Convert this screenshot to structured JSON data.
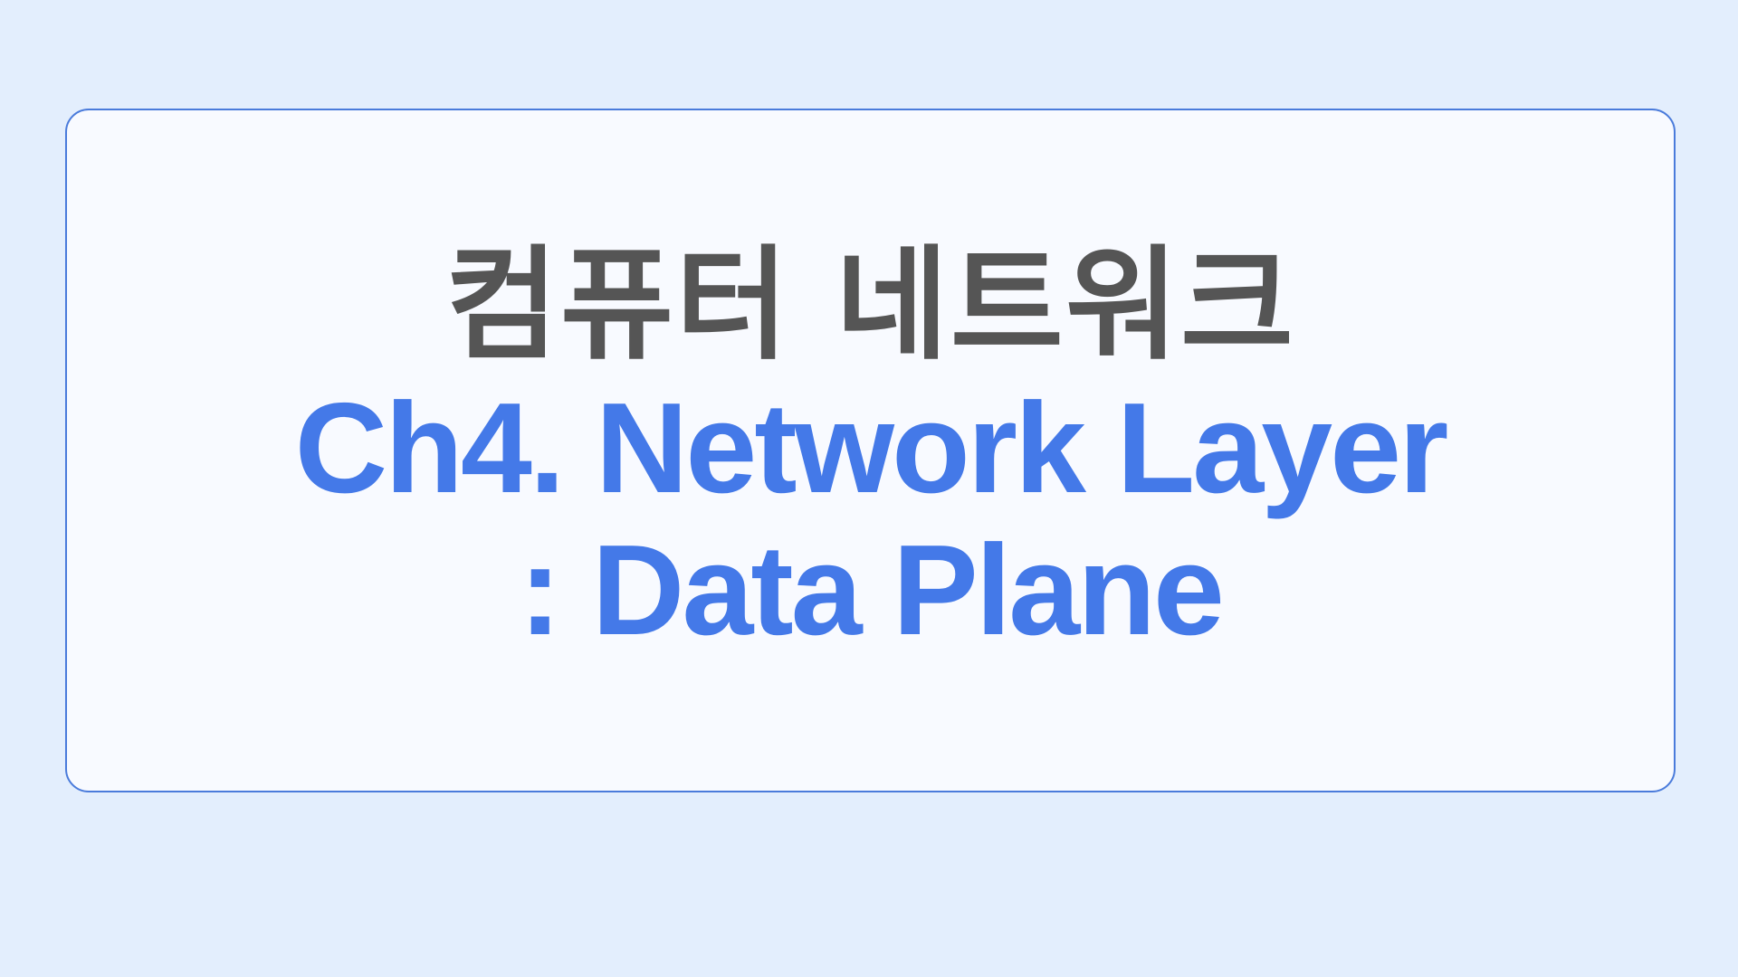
{
  "slide": {
    "title_korean": "컴퓨터 네트워크",
    "title_chapter": "Ch4. Network Layer",
    "title_subtitle": ": Data Plane"
  },
  "colors": {
    "page_background": "#E3EEFD",
    "card_background": "#F8FAFF",
    "card_border": "#4A7BDB",
    "korean_text": "#555555",
    "accent_text": "#4479E8"
  }
}
